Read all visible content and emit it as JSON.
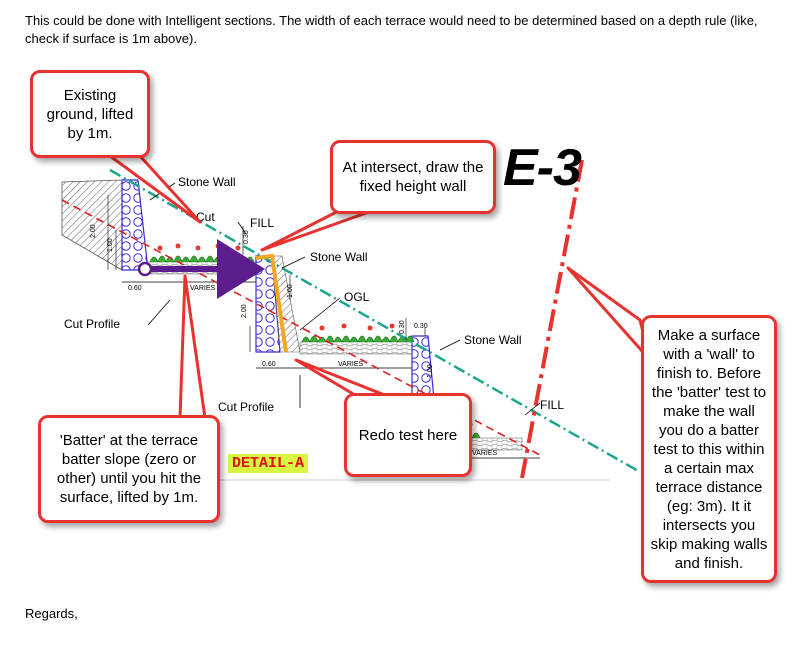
{
  "intro_text": "This could be done with Intelligent sections.  The width of each terrace would need to be determined based on a depth rule (like, check if surface is 1m above).",
  "closing_text": "Regards,",
  "drawing": {
    "section_title": "E-3",
    "detail_label": "DETAIL-A",
    "labels": {
      "stone_wall_1": "Stone Wall",
      "cut": "Cut",
      "fill_1": "FILL",
      "stone_wall_2": "Stone Wall",
      "ogl": "OGL",
      "cut_profile_1": "Cut Profile",
      "stone_wall_3": "Stone Wall",
      "cut_profile_2": "Cut Profile",
      "fill_2": "FILL"
    },
    "dimensions": {
      "d_200_a": "2.00",
      "d_100_a": "1.00",
      "d_060_a": "0.60",
      "varies_a": "VARIES",
      "d_030_a": "0.30",
      "d_200_b": "2.00",
      "d_100_b": "1.00",
      "d_060_b": "0.60",
      "varies_b": "VARIES",
      "d_030_b": "0.30",
      "d_030_c": "0.30",
      "d_100_c": "1.00",
      "varies_c": "VARIES"
    }
  },
  "callouts": {
    "existing_ground": "Existing ground, lifted by 1m.",
    "intersect": "At intersect, draw the fixed height wall",
    "batter": "'Batter' at the terrace batter slope (zero or other) until you hit the surface, lifted by 1m.",
    "redo": "Redo test here",
    "surface_wall": "Make a surface with a 'wall' to finish to. Before the 'batter' test to make the wall you do a batter test to this within a certain max terrace distance (eg: 3m). It it intersects you skip making walls and finish."
  },
  "colors": {
    "callout_border": "#e8322f",
    "ground_line": "#1aa58c",
    "batter_arrow": "#5b1e8c",
    "wall_highlight": "#f5a623",
    "section_line": "#e8322f",
    "detail_bg": "#d8f542"
  }
}
